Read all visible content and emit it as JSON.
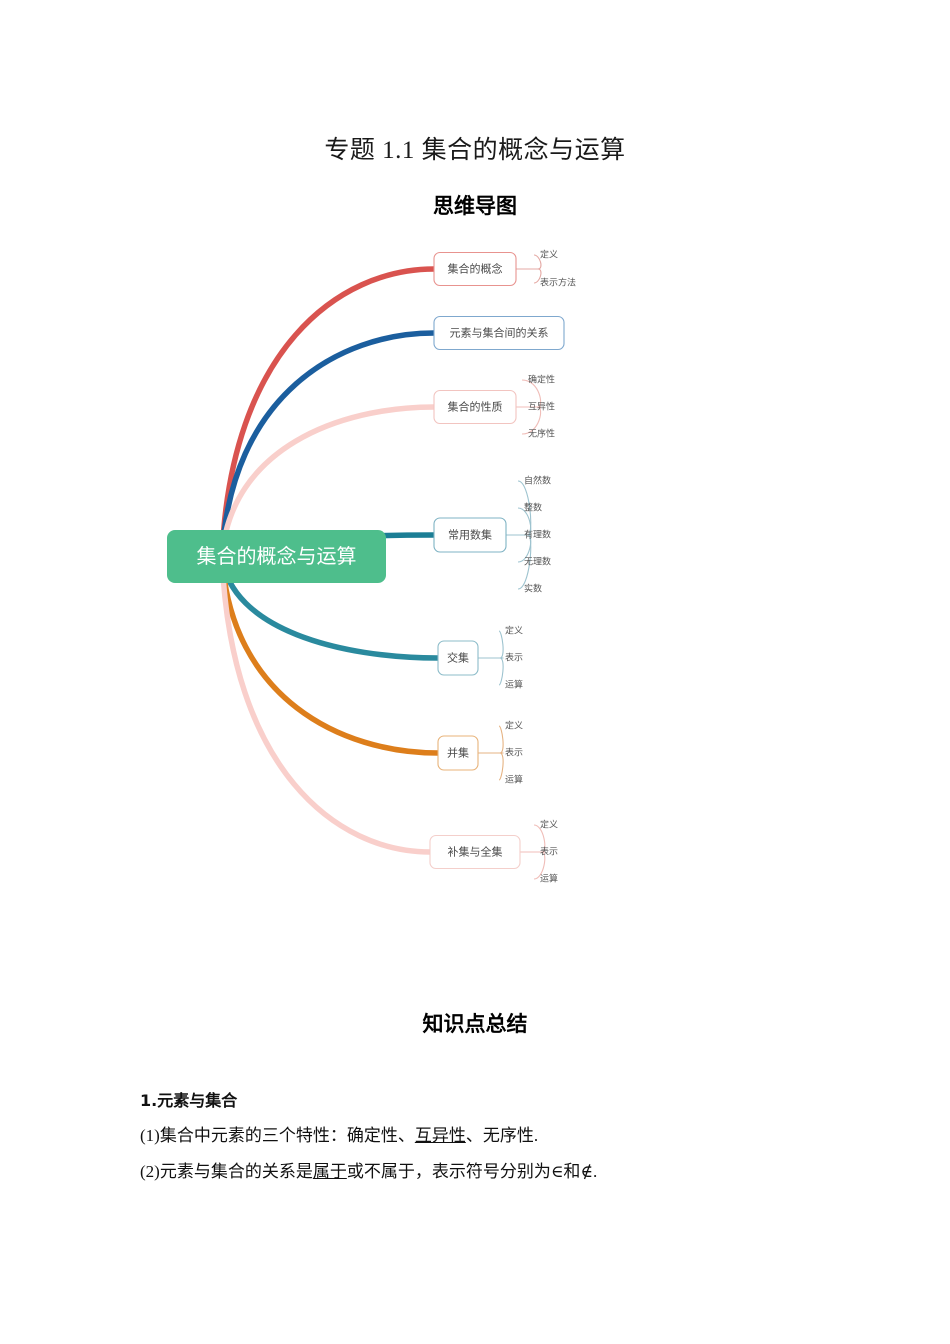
{
  "document": {
    "title": "专题 1.1 集合的概念与运算",
    "mindmap_heading": "思维导图",
    "summary_heading": "知识点总结"
  },
  "mindmap": {
    "root": {
      "label": "集合的概念与运算",
      "color": "#4EBE8C",
      "text_color": "#ffffff"
    },
    "branches": [
      {
        "label": "集合的概念",
        "branch_color": "#D9534F",
        "border_color": "#E8938F",
        "children": [
          "定义",
          "表示方法"
        ]
      },
      {
        "label": "元素与集合间的关系",
        "branch_color": "#1B5E9E",
        "border_color": "#7FA8CE",
        "children": []
      },
      {
        "label": "集合的性质",
        "branch_color": "#F9CFCB",
        "border_color": "#F2C4C0",
        "children": [
          "确定性",
          "互异性",
          "无序性"
        ]
      },
      {
        "label": "常用数集",
        "branch_color": "#1B7E95",
        "border_color": "#7FB3C4",
        "children": [
          "自然数",
          "整数",
          "有理数",
          "无理数",
          "实数"
        ]
      },
      {
        "label": "交集",
        "branch_color": "#2A8A9E",
        "border_color": "#8CBCC9",
        "children": [
          "定义",
          "表示",
          "运算"
        ]
      },
      {
        "label": "并集",
        "branch_color": "#DD7E1B",
        "border_color": "#E8B37A",
        "children": [
          "定义",
          "表示",
          "运算"
        ]
      },
      {
        "label": "补集与全集",
        "branch_color": "#F9CFCB",
        "border_color": "#F4CFCB",
        "children": [
          "定义",
          "表示",
          "运算"
        ]
      }
    ]
  },
  "knowledge_points": {
    "heading_1": "1.元素与集合",
    "line_1_prefix": "(1)集合中元素的三个特性：确定性、",
    "line_1_underline": "互异性",
    "line_1_suffix": "、无序性.",
    "line_2_prefix": "(2)元素与集合的关系是",
    "line_2_underline": "属于",
    "line_2_suffix": "或不属于，表示符号分别为∈和∉."
  }
}
